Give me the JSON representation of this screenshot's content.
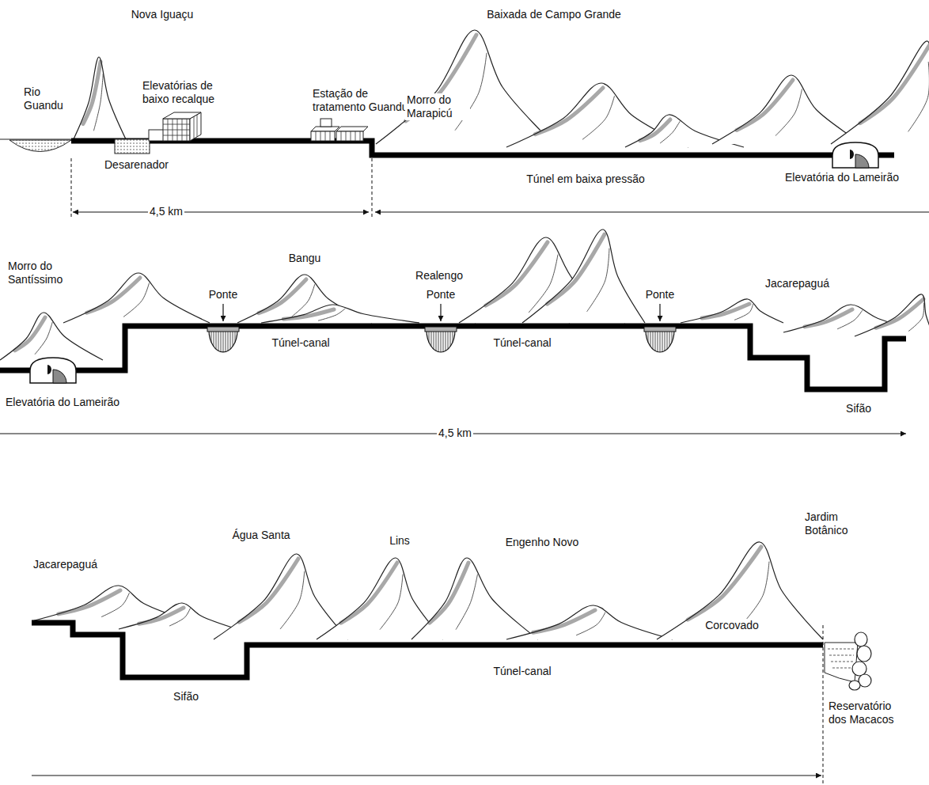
{
  "diagram": {
    "labels": [
      "Nova Iguaçu",
      "Baixada de Campo Grande",
      "Rio Guandu",
      "Elevatórias de baixo recalque",
      "Estação de tratamento Guandu",
      "Morro do Marapicú",
      "Desarenador",
      "Túnel em baixa pressão",
      "Elevatória do Lameirão",
      "4,5 km",
      "Morro do Santíssimo",
      "Bangu",
      "Realengo",
      "Ponte",
      "Ponte",
      "Ponte",
      "Jacarepaguá",
      "Túnel-canal",
      "Túnel-canal",
      "Sifão",
      "Elevatória do Lameirão",
      "4,5 km",
      "Jacarepaguá",
      "Água Santa",
      "Lins",
      "Engenho Novo",
      "Jardim Botânico",
      "Corcovado",
      "Túnel-canal",
      "Sifão",
      "Reservatório dos Macacos"
    ]
  }
}
